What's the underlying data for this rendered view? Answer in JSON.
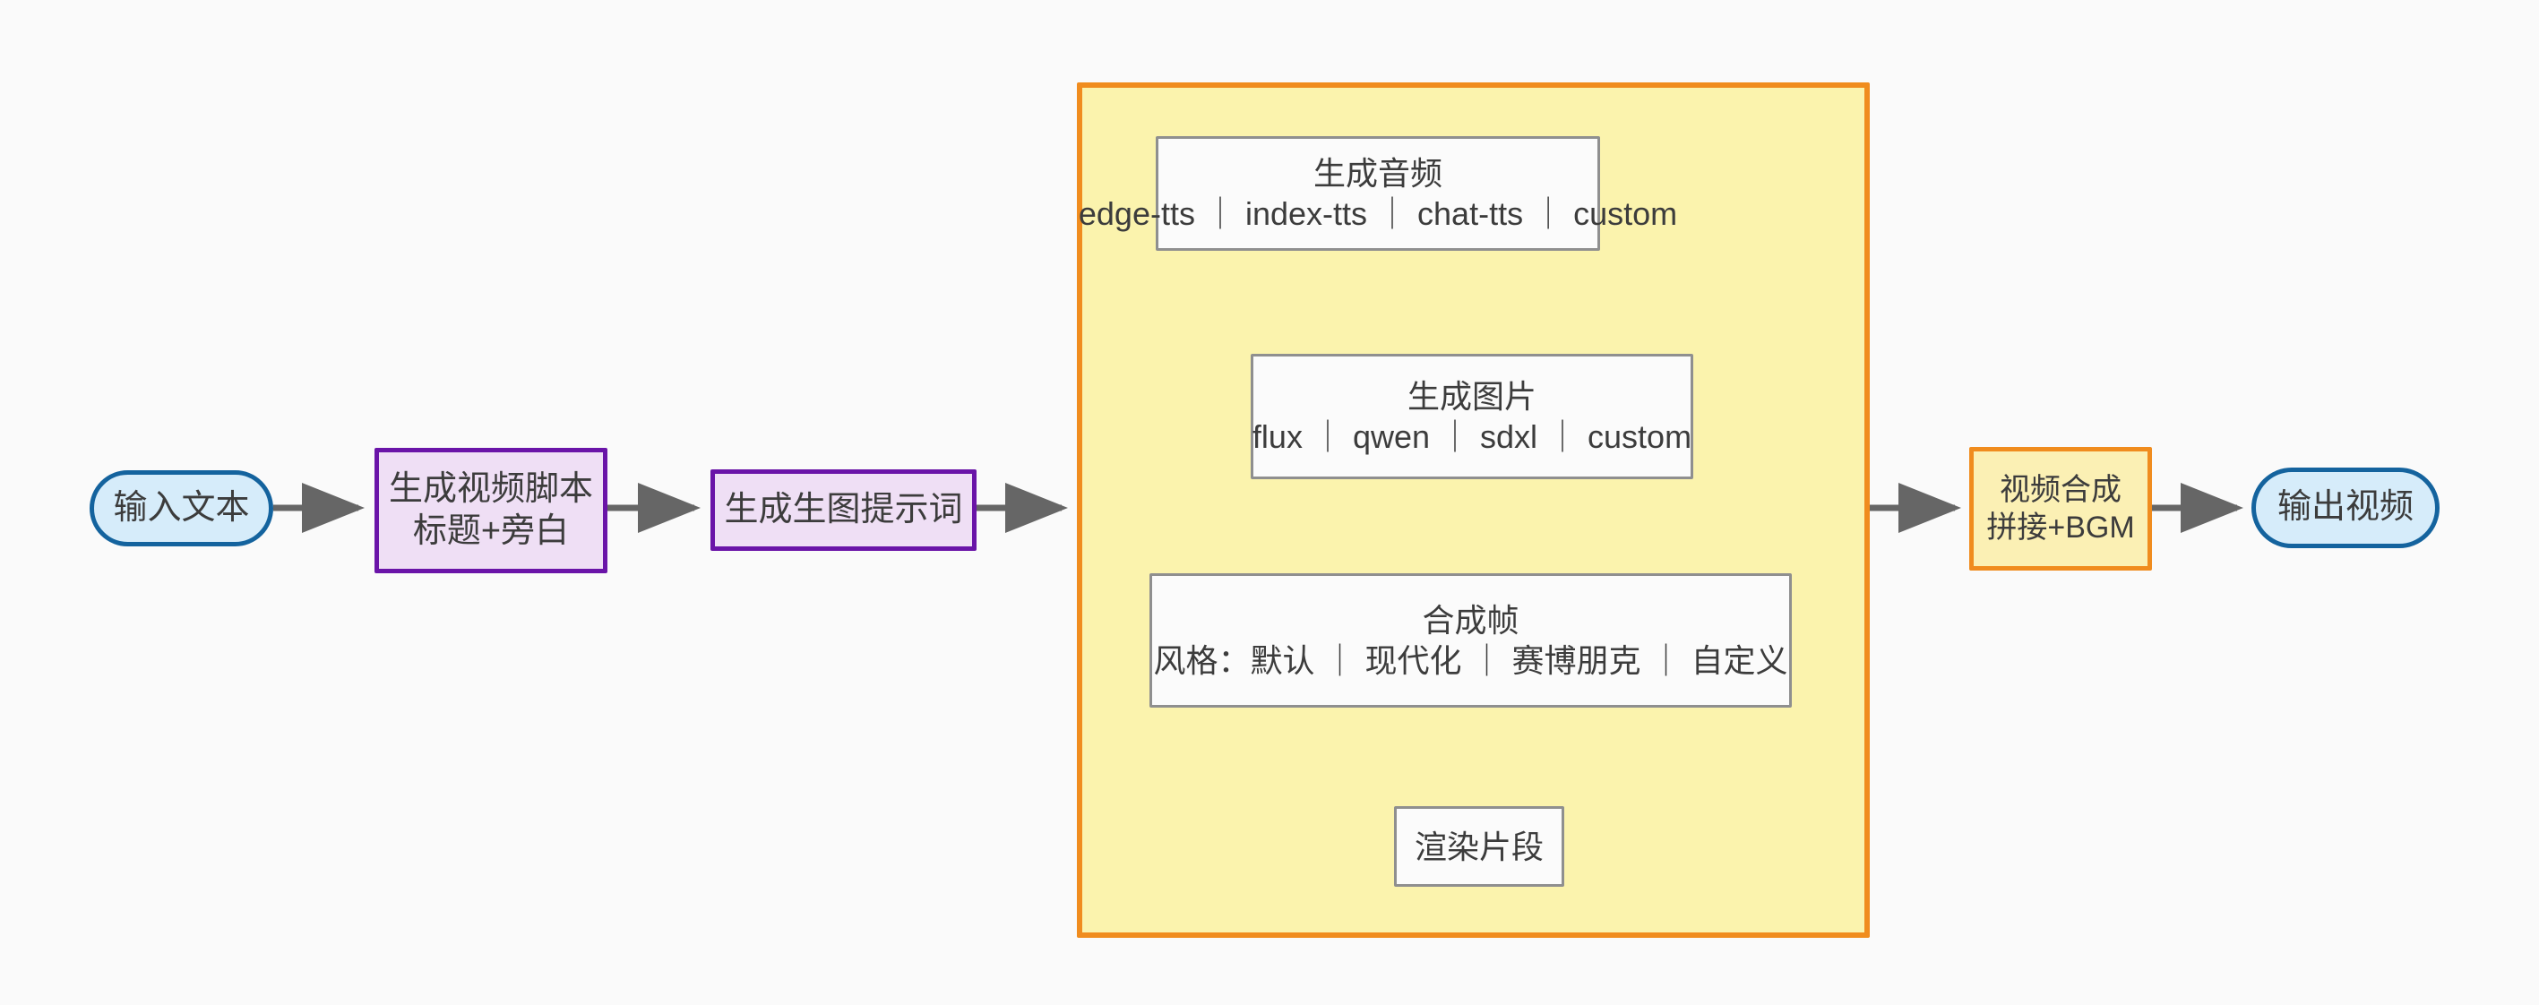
{
  "diagram": {
    "title": "视频生成流程图",
    "background_color": "#fafafa",
    "orientation": "left-to-right"
  },
  "palette": {
    "terminal_fill": "#d6ecfa",
    "terminal_stroke": "#14639e",
    "process_fill": "#efdff5",
    "process_stroke": "#6a14a8",
    "accent_fill": "#fbf0b4",
    "accent_stroke": "#f08c1e",
    "subgraph_fill": "#fbf3ad",
    "subgraph_stroke": "#f08c1e",
    "plain_fill": "#fbfbfb",
    "plain_stroke": "#8f8f8f",
    "edge_stroke": "#666666",
    "text_color": "#3c3c3c"
  },
  "nodes": {
    "input_text": {
      "label": "输入文本",
      "shape": "stadium",
      "style": "terminal"
    },
    "script": {
      "line1": "生成视频脚本",
      "line2": "标题+旁白",
      "shape": "rect",
      "style": "process"
    },
    "prompt": {
      "label": "生成生图提示词",
      "shape": "rect",
      "style": "process"
    },
    "audio": {
      "line1": "生成音频",
      "line2": "edge-tts ｜ index-tts ｜ chat-tts ｜ custom",
      "shape": "rect",
      "style": "plain"
    },
    "image": {
      "line1": "生成图片",
      "line2": "flux ｜ qwen ｜ sdxl ｜ custom",
      "shape": "rect",
      "style": "plain"
    },
    "frame": {
      "line1": "合成帧",
      "line2": "风格：默认 ｜ 现代化 ｜ 赛博朋克 ｜ 自定义",
      "shape": "rect",
      "style": "plain"
    },
    "render": {
      "label": "渲染片段",
      "shape": "rect",
      "style": "plain"
    },
    "compose": {
      "line1": "视频合成",
      "line2": "拼接+BGM",
      "shape": "rect",
      "style": "accent"
    },
    "output_video": {
      "label": "输出视频",
      "shape": "stadium",
      "style": "terminal"
    }
  },
  "subgraph": {
    "label": "",
    "contains": [
      "audio",
      "image",
      "frame",
      "render"
    ]
  },
  "edges": [
    {
      "from": "input_text",
      "to": "script",
      "label": ""
    },
    {
      "from": "script",
      "to": "prompt",
      "label": ""
    },
    {
      "from": "prompt",
      "to": "audio",
      "label": ""
    },
    {
      "from": "audio",
      "to": "image",
      "label": ""
    },
    {
      "from": "image",
      "to": "frame",
      "label": ""
    },
    {
      "from": "frame",
      "to": "render",
      "label": ""
    },
    {
      "from": "render",
      "to": "compose",
      "label": ""
    },
    {
      "from": "compose",
      "to": "output_video",
      "label": ""
    }
  ]
}
